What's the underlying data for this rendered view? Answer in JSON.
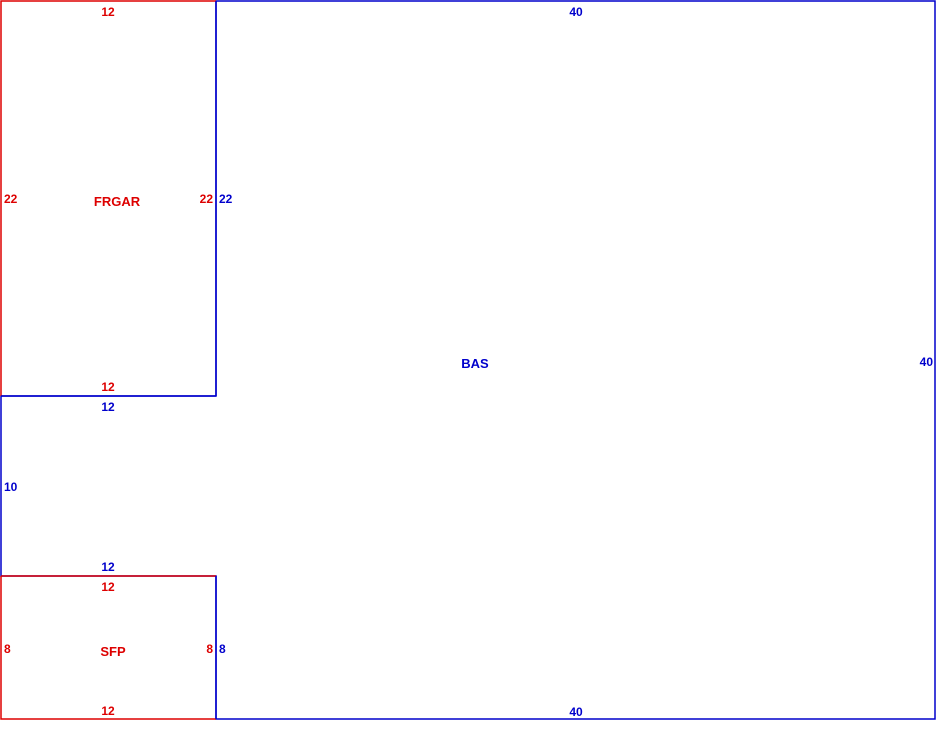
{
  "colors": {
    "primary": "#0000cc",
    "secondary": "#dd0000",
    "background": "#ffffff"
  },
  "bas": {
    "label": "BAS",
    "dims": {
      "top": "40",
      "right": "40",
      "bottom": "40",
      "left_upper": "22",
      "left_middle_top": "12",
      "left_middle": "10",
      "left_middle_bottom": "12",
      "left_lower": "8"
    }
  },
  "frgar": {
    "label": "FRGAR",
    "dims": {
      "top": "12",
      "left": "22",
      "right": "22",
      "bottom": "12"
    }
  },
  "sfp": {
    "label": "SFP",
    "dims": {
      "top": "12",
      "left": "8",
      "right": "8",
      "bottom": "12"
    }
  }
}
